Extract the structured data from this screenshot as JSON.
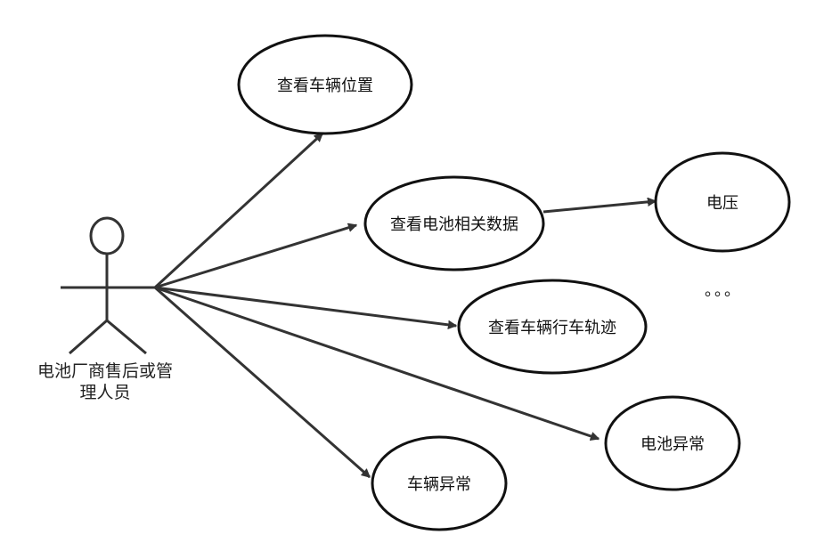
{
  "actor": {
    "line1": "电池厂商售后或管",
    "line2": "理人员"
  },
  "use_cases": {
    "vehicle_location": "查看车辆位置",
    "battery_data": "查看电池相关数据",
    "voltage": "电压",
    "ellipsis": "。。。",
    "vehicle_track": "查看车辆行车轨迹",
    "battery_abnormal": "电池异常",
    "vehicle_abnormal": "车辆异常"
  },
  "colors": {
    "stroke": "#333333",
    "fill": "#ffffff"
  }
}
